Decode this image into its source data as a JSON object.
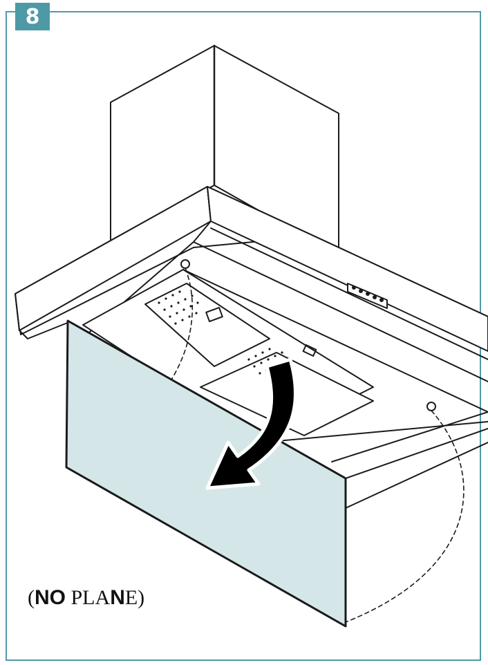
{
  "step": {
    "number": "8"
  },
  "caption": {
    "open": "(",
    "bold": "NO",
    "rest": " PLA",
    "bold2": "N",
    "tail": "E)"
  },
  "colors": {
    "frame": "#4d9aa6",
    "glass_panel": "#d4e6e8",
    "line": "#1a1a1a"
  },
  "icons": {
    "arrow": "curved-arrow-down-left-icon"
  }
}
